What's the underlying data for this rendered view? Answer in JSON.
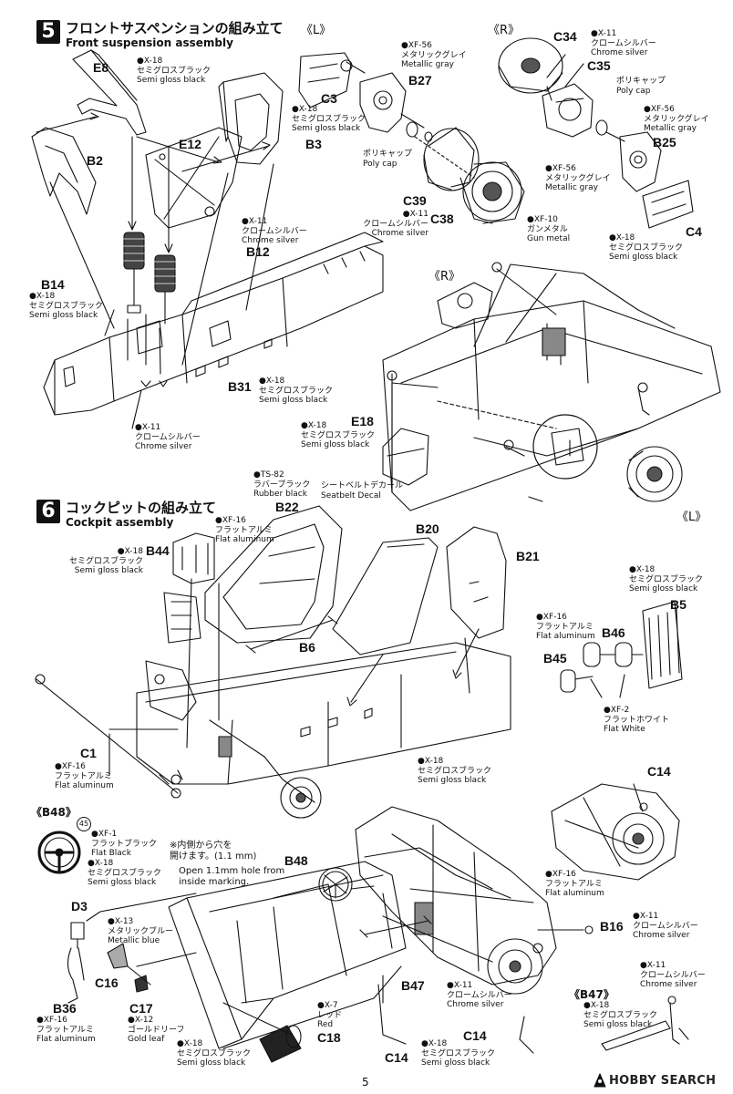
{
  "page": {
    "number": "5"
  },
  "watermark": {
    "text": "HOBBY SEARCH",
    "logo": "hobby-search-logo"
  },
  "step5": {
    "num": "5",
    "title_jp": "フロントサスペンションの組み立て",
    "title_en": "Front suspension assembly",
    "view_l": "《L》",
    "view_r": "《R》",
    "view_r2": "《R》",
    "view_l2": "《L》",
    "parts": [
      "E8",
      "B2",
      "E12",
      "C3",
      "B3",
      "B27",
      "C34",
      "C35",
      "B25",
      "C39",
      "C38",
      "C4",
      "B12",
      "B14",
      "B31",
      "E18"
    ],
    "callouts": {
      "e8_x18": [
        "●X-18",
        "セミグロスブラック",
        "Semi gloss black"
      ],
      "c3_x18": [
        "●X-18",
        "セミグロスブラック",
        "Semi gloss black"
      ],
      "b27_xf56": [
        "●XF-56",
        "メタリックグレイ",
        "Metallic gray"
      ],
      "c34_x11": [
        "●X-11",
        "クロームシルバー",
        "Chrome silver"
      ],
      "polycap_l": [
        "ポリキャップ",
        "Poly cap"
      ],
      "polycap_r": [
        "ポリキャップ",
        "Poly cap"
      ],
      "b25_xf56": [
        "●XF-56",
        "メタリックグレイ",
        "Metallic gray"
      ],
      "c38_xf56": [
        "●XF-56",
        "メタリックグレイ",
        "Metallic gray"
      ],
      "c39_x11": [
        "●X-11",
        "クロームシルバー",
        "Chrome silver"
      ],
      "disc_xf10": [
        "●XF-10",
        "ガンメタル",
        "Gun metal"
      ],
      "c4_x18": [
        "●X-18",
        "セミグロスブラック",
        "Semi gloss black"
      ],
      "b12_x11": [
        "●X-11",
        "クロームシルバー",
        "Chrome silver"
      ],
      "b14_x18": [
        "●X-18",
        "セミグロスブラック",
        "Semi gloss black"
      ],
      "b31_x18": [
        "●X-18",
        "セミグロスブラック",
        "Semi gloss black"
      ],
      "b31_x11": [
        "●X-11",
        "クロームシルバー",
        "Chrome silver"
      ],
      "e18_x18": [
        "●X-18",
        "セミグロスブラック",
        "Semi gloss black"
      ]
    }
  },
  "step6": {
    "num": "6",
    "title_jp": "コックピットの組み立て",
    "title_en": "Cockpit assembly",
    "parts": [
      "B22",
      "B20",
      "B21",
      "B44",
      "B5",
      "B46",
      "B45",
      "B6",
      "C1",
      "C14",
      "B48",
      "D3",
      "C16",
      "B36",
      "C17",
      "C18",
      "B47",
      "B16",
      "C14",
      "C14"
    ],
    "b48_view": "《B48》",
    "b47_view": "《B47》",
    "circle_mark": "45",
    "hole_note_jp": [
      "※内側から穴を",
      "開けます。(1.1 mm)"
    ],
    "hole_note_en": [
      "Open 1.1mm hole from",
      "inside marking."
    ],
    "callouts": {
      "b22_ts82": [
        "●TS-82",
        "ラバーブラック",
        "Rubber black"
      ],
      "seatbelt": [
        "シートベルトデカール",
        "Seatbelt Decal"
      ],
      "b44_xf16": [
        "●XF-16",
        "フラットアルミ",
        "Flat aluminum"
      ],
      "b44_x18": [
        "●X-18",
        "セミグロスブラック",
        "Semi gloss black"
      ],
      "b5_x18": [
        "●X-18",
        "セミグロスブラック",
        "Semi gloss black"
      ],
      "b46_xf16": [
        "●XF-16",
        "フラットアルミ",
        "Flat aluminum"
      ],
      "xf2": [
        "●XF-2",
        "フラットホワイト",
        "Flat White"
      ],
      "c1_xf16": [
        "●XF-16",
        "フラットアルミ",
        "Flat aluminum"
      ],
      "floor_x18": [
        "●X-18",
        "セミグロスブラック",
        "Semi gloss black"
      ],
      "wheel_xf1": [
        "●XF-1",
        "フラットブラック",
        "Flat Black"
      ],
      "wheel_x18": [
        "●X-18",
        "セミグロスブラック",
        "Semi gloss black"
      ],
      "c16_x13": [
        "●X-13",
        "メタリックブルー",
        "Metallic blue"
      ],
      "b36_xf16": [
        "●XF-16",
        "フラットアルミ",
        "Flat aluminum"
      ],
      "c17_x12": [
        "●X-12",
        "ゴールドリーフ",
        "Gold leaf"
      ],
      "c18_x7": [
        "●X-7",
        "レッド",
        "Red"
      ],
      "body_x18": [
        "●X-18",
        "セミグロスブラック",
        "Semi gloss black"
      ],
      "b47_x11": [
        "●X-11",
        "クロームシルバー",
        "Chrome silver"
      ],
      "c14_x18": [
        "●X-18",
        "セミグロスブラック",
        "Semi gloss black"
      ],
      "b16_xf16": [
        "●XF-16",
        "フラットアルミ",
        "Flat aluminum"
      ],
      "b16_x11": [
        "●X-11",
        "クロームシルバー",
        "Chrome silver"
      ],
      "b47v_x11": [
        "●X-11",
        "クロームシルバー",
        "Chrome silver"
      ],
      "b47v_x18": [
        "●X-18",
        "セミグロスブラック",
        "Semi gloss black"
      ]
    }
  }
}
